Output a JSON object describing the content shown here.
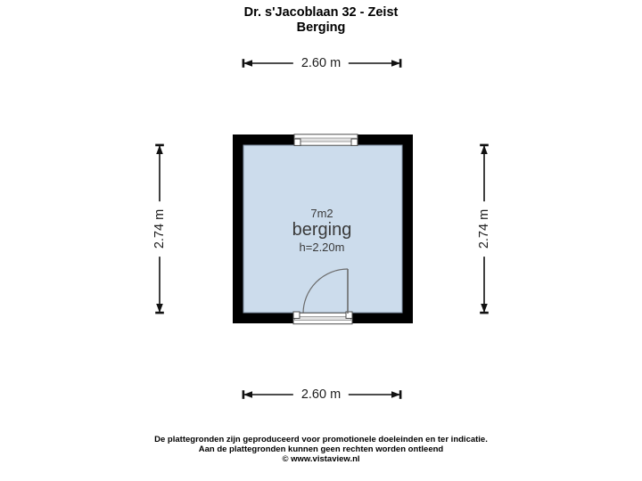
{
  "header": {
    "title_line1": "Dr. s'Jacoblaan 32 - Zeist",
    "title_line2": "Berging"
  },
  "dimensions": {
    "width_top": "2.60 m",
    "width_bottom": "2.60 m",
    "height_left": "2.74 m",
    "height_right": "2.74 m"
  },
  "room": {
    "area": "7m2",
    "name": "berging",
    "ceiling_height": "h=2.20m"
  },
  "footer": {
    "line1": "De plattegronden zijn geproduceerd voor promotionele doeleinden en ter indicatie.",
    "line2": "Aan de plattegronden kunnen geen rechten worden ontleend",
    "line3": "© www.vistaview.nl"
  },
  "colors": {
    "wall": "#000000",
    "room_fill": "#ccdcec",
    "dimension": "#111111",
    "room_text": "#3a3a3a"
  }
}
